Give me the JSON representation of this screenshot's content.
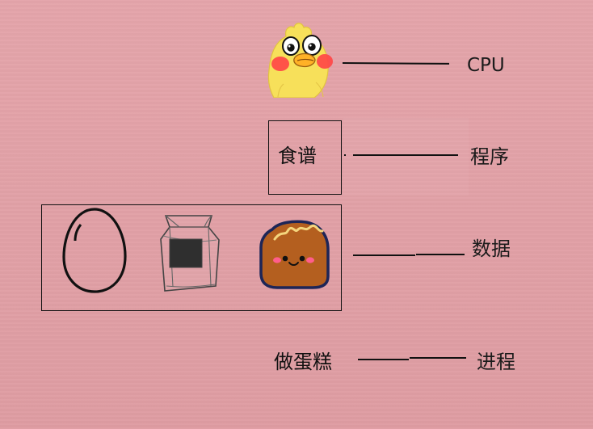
{
  "diagram": {
    "top_label": "CPU",
    "program_label": "程序",
    "data_label": "数据",
    "process_label": "进程",
    "recipe_text": "食谱",
    "cake_text": "做蛋糕"
  },
  "icons": {
    "chick": "chick-icon",
    "egg": "egg-icon",
    "bag": "flour-bag-icon",
    "cake": "cake-icon"
  },
  "colors": {
    "background": "#e3a0a6",
    "line": "#111111",
    "chick_body": "#f7e05a",
    "cheek": "#ff3e3e",
    "cake_fill": "#b45f1f",
    "cake_outline": "#1d2557"
  }
}
